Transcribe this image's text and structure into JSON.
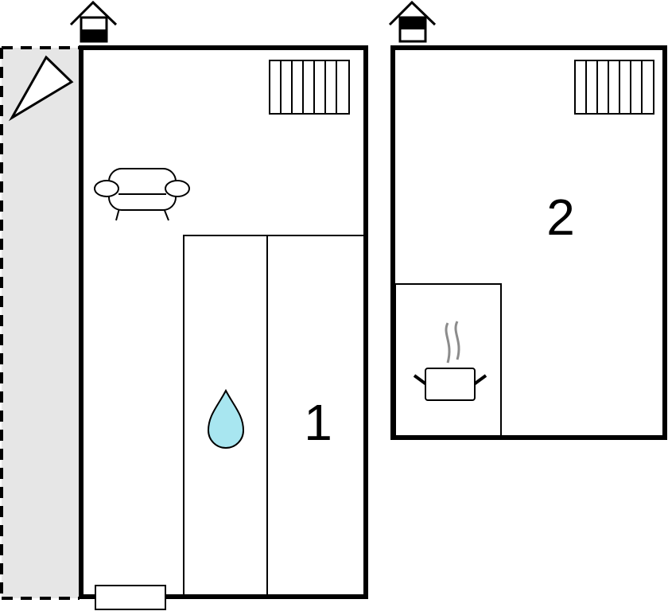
{
  "title": "Floor plan",
  "colors": {
    "wall": "#000000",
    "terrace": "#e6e6e6",
    "water": "#a8e6f0",
    "steam": "#8c8c8c"
  },
  "floors": [
    {
      "label": "1",
      "icons": [
        "entrance-icon",
        "terrace-icon",
        "radiator-icon",
        "sofa-icon",
        "water-drop-icon",
        "window-icon"
      ]
    },
    {
      "label": "2",
      "icons": [
        "entrance-icon",
        "radiator-icon",
        "kitchen-pot-icon"
      ]
    }
  ]
}
